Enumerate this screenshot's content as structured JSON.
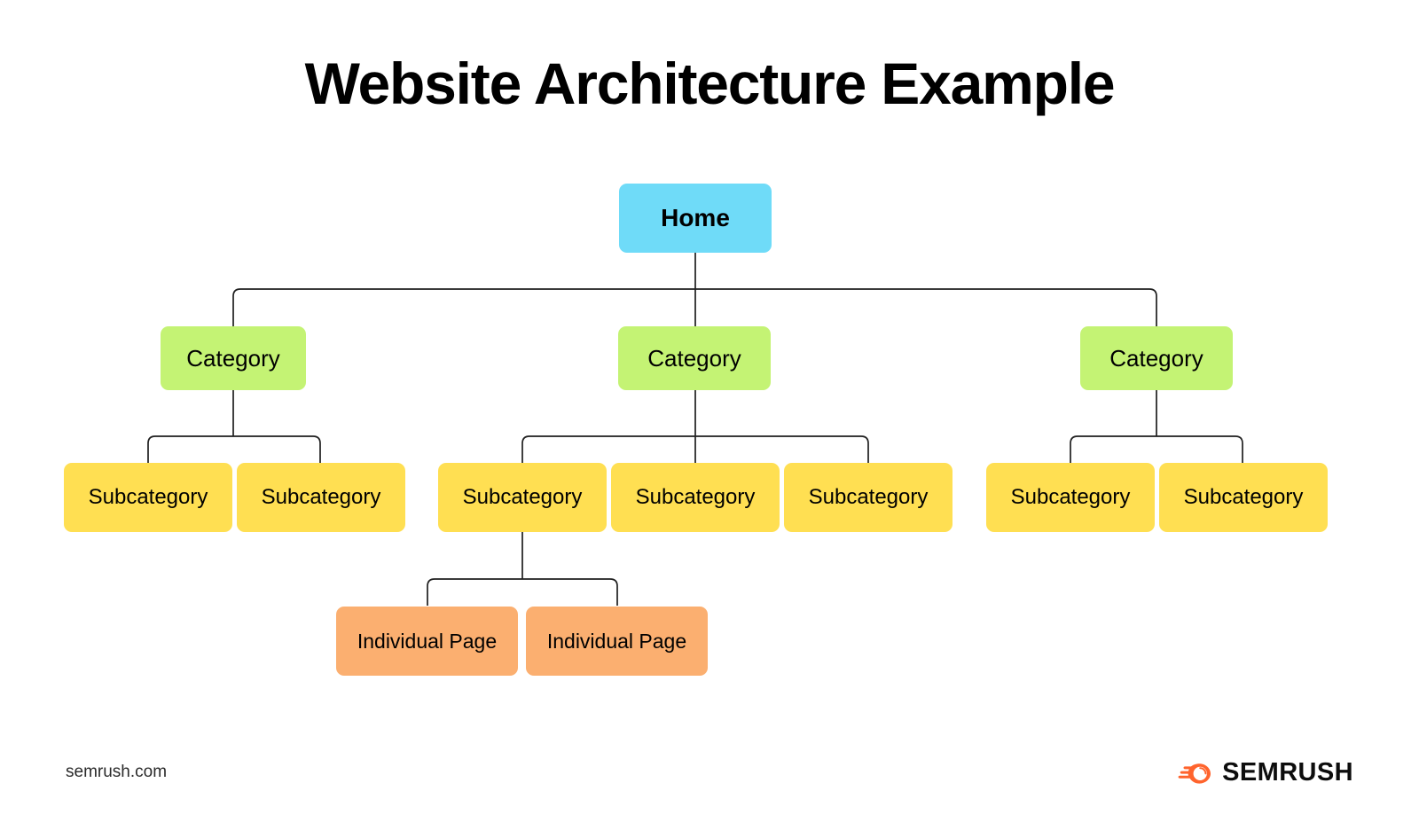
{
  "page": {
    "title": "Website Architecture Example",
    "background_color": "#FFFFFF"
  },
  "colors": {
    "home": "#6FDBF8",
    "category": "#C4F374",
    "subcategory": "#FFDF52",
    "individual_page": "#FBAF70",
    "connector": "#1F1F1F",
    "brand_orange": "#FF642D",
    "text": "#000000"
  },
  "diagram": {
    "type": "tree",
    "levels": [
      {
        "name": "root",
        "label_text": "Home",
        "count": 1
      },
      {
        "name": "category",
        "label_text": "Category",
        "count": 3
      },
      {
        "name": "subcategory",
        "label_text": "Subcategory",
        "count": 7
      },
      {
        "name": "individual_page",
        "label_text": "Individual Page",
        "count": 2
      }
    ],
    "root": {
      "label": "Home"
    },
    "categories": [
      {
        "label": "Category"
      },
      {
        "label": "Category"
      },
      {
        "label": "Category"
      }
    ],
    "subcategories": [
      {
        "label": "Subcategory"
      },
      {
        "label": "Subcategory"
      },
      {
        "label": "Subcategory"
      },
      {
        "label": "Subcategory"
      },
      {
        "label": "Subcategory"
      },
      {
        "label": "Subcategory"
      },
      {
        "label": "Subcategory"
      }
    ],
    "individual_pages": [
      {
        "label": "Individual Page"
      },
      {
        "label": "Individual Page"
      }
    ]
  },
  "footer": {
    "url": "semrush.com",
    "brand_name": "SEMRUSH",
    "brand_icon": "semrush-comet-icon"
  }
}
